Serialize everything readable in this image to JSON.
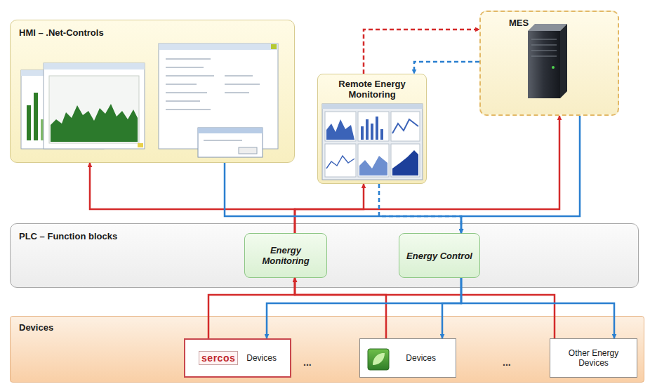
{
  "diagram": {
    "nodes": [
      {
        "text": [
          "HMI – .Net-Controls"
        ]
      },
      {
        "text": [
          "Remote Energy Monitoring"
        ]
      },
      {
        "text": [
          "MES"
        ]
      },
      {
        "text": [
          "PLC – Function blocks"
        ]
      },
      {
        "text": [
          "Energy Monitoring"
        ],
        "in": 3
      },
      {
        "text": [
          "Energy Control"
        ],
        "in": 3
      },
      {
        "text": [
          "Devices"
        ]
      },
      {
        "text": [
          "sercos",
          "Devices"
        ],
        "in": 6
      },
      {
        "text": [
          "Devices"
        ],
        "in": 6
      },
      {
        "text": [
          "Other Energy Devices"
        ],
        "in": 6
      }
    ],
    "edges": [
      {
        "from": 7,
        "to": 4,
        "arrow": "to"
      },
      {
        "from": 8,
        "to": 4,
        "arrow": "to"
      },
      {
        "from": 9,
        "to": 4,
        "arrow": "to"
      },
      {
        "from": 4,
        "to": 0,
        "arrow": "to"
      },
      {
        "from": 4,
        "to": 1,
        "arrow": "to"
      },
      {
        "from": 4,
        "to": 2,
        "arrow": "to"
      },
      {
        "from": 1,
        "to": 2,
        "arrow": "to"
      },
      {
        "from": 2,
        "to": 1,
        "arrow": "to"
      },
      {
        "from": 0,
        "to": 5,
        "arrow": "to"
      },
      {
        "from": 1,
        "to": 5,
        "arrow": "to"
      },
      {
        "from": 2,
        "to": 5,
        "arrow": "to"
      },
      {
        "from": 5,
        "to": 7,
        "arrow": "to"
      },
      {
        "from": 5,
        "to": 8,
        "arrow": "to"
      },
      {
        "from": 5,
        "to": 9,
        "arrow": "to"
      }
    ],
    "labels": [
      "...",
      "..."
    ]
  }
}
